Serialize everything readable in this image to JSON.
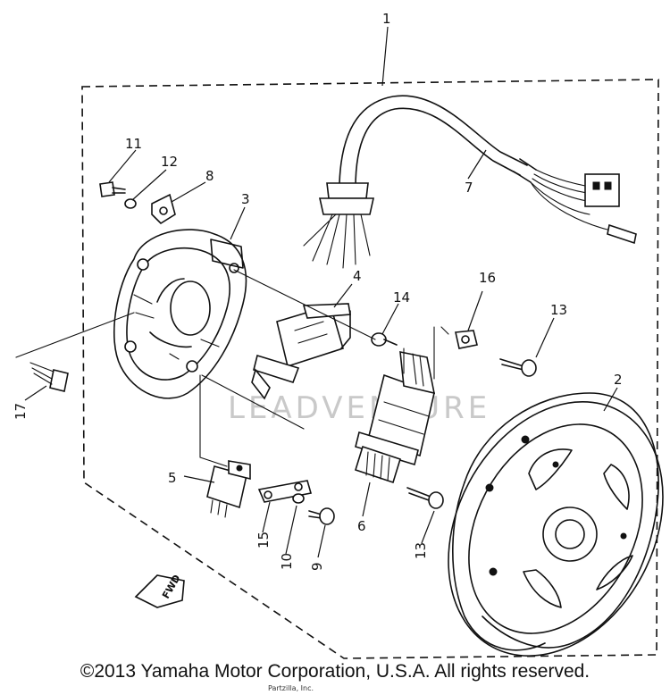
{
  "diagram": {
    "callouts": [
      {
        "id": "1",
        "text": "1"
      },
      {
        "id": "2",
        "text": "2"
      },
      {
        "id": "3",
        "text": "3"
      },
      {
        "id": "4",
        "text": "4"
      },
      {
        "id": "5",
        "text": "5"
      },
      {
        "id": "6",
        "text": "6"
      },
      {
        "id": "7",
        "text": "7"
      },
      {
        "id": "8",
        "text": "8"
      },
      {
        "id": "9",
        "text": "9"
      },
      {
        "id": "10",
        "text": "10"
      },
      {
        "id": "11",
        "text": "11"
      },
      {
        "id": "12",
        "text": "12"
      },
      {
        "id": "13a",
        "text": "13"
      },
      {
        "id": "13b",
        "text": "13"
      },
      {
        "id": "14",
        "text": "14"
      },
      {
        "id": "15",
        "text": "15"
      },
      {
        "id": "16",
        "text": "16"
      },
      {
        "id": "17",
        "text": "17"
      }
    ],
    "fwd_label": "FWD",
    "watermark": "LEADVENTURE"
  },
  "footer": {
    "copyright": "©2013 Yamaha Motor Corporation, U.S.A. All rights reserved.",
    "fineprint": "Partzilla, Inc."
  }
}
